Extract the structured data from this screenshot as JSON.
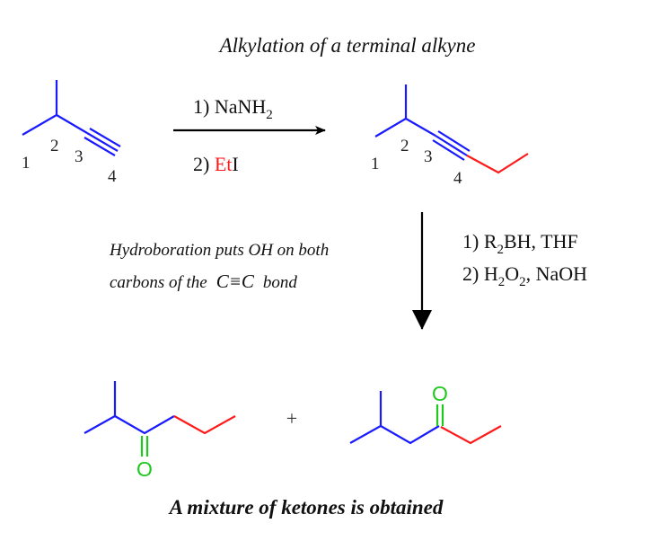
{
  "title": "Alkylation of a terminal alkyne",
  "step1": {
    "reagent1_prefix": "1) NaNH",
    "reagent1_sub": "2",
    "reagent2_prefix": "2) ",
    "reagent2_red": "Et",
    "reagent2_suffix": "I"
  },
  "atom_numbers": [
    "1",
    "2",
    "3",
    "4"
  ],
  "note": {
    "line1": "Hydroboration puts OH on both",
    "line2": "carbons of the",
    "bond": "C≡C",
    "line2_end": "bond"
  },
  "step2": {
    "r1_a": "1) R",
    "r1_sub": "2",
    "r1_b": "BH, THF",
    "r2_a": "2) H",
    "r2_sub1": "2",
    "r2_b": "O",
    "r2_sub2": "2",
    "r2_c": ", NaOH"
  },
  "products": {
    "oxygen": "O",
    "plus": "+"
  },
  "conclusion": "A mixture of ketones is obtained",
  "colors": {
    "chain": "#1a1aff",
    "ethyl": "#ff1a1a",
    "carbonyl": "#1ec81e"
  }
}
